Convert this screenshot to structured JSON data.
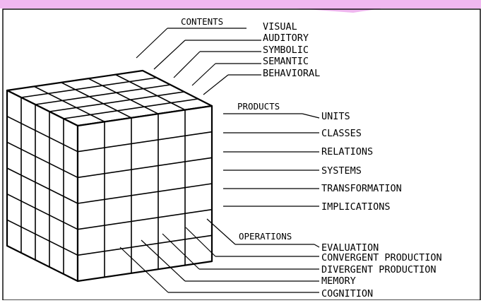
{
  "banner_color": "#f0b8f0",
  "contents": {
    "header": "CONTENTS",
    "items": [
      "VISUAL",
      "AUDITORY",
      "SYMBOLIC",
      "SEMANTIC",
      "BEHAVIORAL"
    ]
  },
  "products": {
    "header": "PRODUCTS",
    "items": [
      "UNITS",
      "CLASSES",
      "RELATIONS",
      "SYSTEMS",
      "TRANSFORMATION",
      "IMPLICATIONS"
    ]
  },
  "operations": {
    "header": "OPERATIONS",
    "items": [
      "EVALUATION",
      "CONVERGENT PRODUCTION",
      "DIVERGENT PRODUCTION",
      "MEMORY",
      "COGNITION"
    ]
  }
}
